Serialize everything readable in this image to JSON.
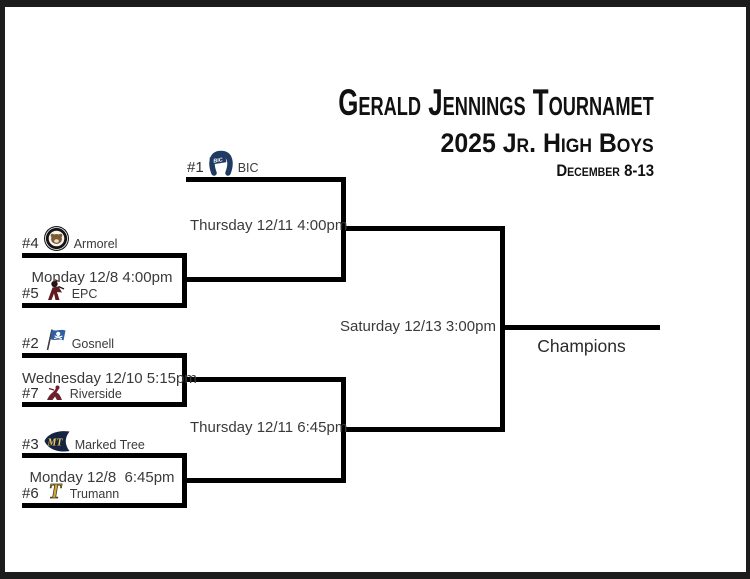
{
  "page": {
    "background": "#ffffff",
    "frame_color": "#1c1c1c",
    "line_color": "#000000"
  },
  "header": {
    "title": "Gerald Jennings Tournamet",
    "subtitle": "2025 Jr. High Boys",
    "date_range": "December 8-13"
  },
  "bracket": {
    "teams": [
      {
        "seed": "#1",
        "name": "BIC",
        "icon": "bic-horseshoe-logo",
        "color": "#203a61"
      },
      {
        "seed": "#4",
        "name": "Armorel",
        "icon": "armorel-circle-logo",
        "color": "#7d5a35"
      },
      {
        "seed": "#5",
        "name": "EPC",
        "icon": "epc-warrior-logo",
        "color": "#5f1c20"
      },
      {
        "seed": "#2",
        "name": "Gosnell",
        "icon": "gosnell-pirate-flag-logo",
        "color": "#2f5f9e"
      },
      {
        "seed": "#7",
        "name": "Riverside",
        "icon": "riverside-rebel-logo",
        "color": "#6e1f2d"
      },
      {
        "seed": "#3",
        "name": "Marked Tree",
        "icon": "marked-tree-arrowhead-logo",
        "color": "#152440"
      },
      {
        "seed": "#6",
        "name": "Trumann",
        "icon": "trumann-t-logo",
        "color": "#cfa83d"
      }
    ],
    "games": {
      "round1": [
        {
          "time": "Monday 12/8 4:00pm"
        },
        {
          "time": "Wednesday 12/10 5:15pm"
        },
        {
          "time": "Monday 12/8  6:45pm"
        }
      ],
      "semifinals": [
        {
          "time": "Thursday 12/11 4:00pm"
        },
        {
          "time": "Thursday 12/11 6:45pm"
        }
      ],
      "final": {
        "time": "Saturday 12/13 3:00pm"
      },
      "champion_label": "Champions"
    }
  }
}
